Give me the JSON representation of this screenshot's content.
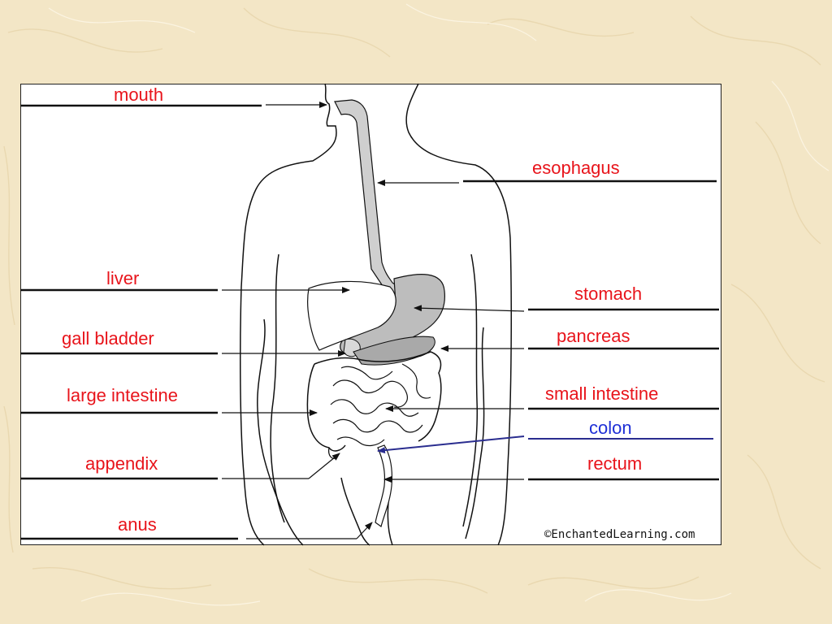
{
  "colors": {
    "background": "#f3e6c6",
    "panel": "#ffffff",
    "label": "#e8141b",
    "colon_label": "#1e2fd6",
    "colon_arrow": "#2a2d8f",
    "line": "#111111"
  },
  "labels": {
    "mouth": "mouth",
    "esophagus": "esophagus",
    "liver": "liver",
    "stomach": "stomach",
    "gall_bladder": "gall bladder",
    "pancreas": "pancreas",
    "large_intestine": "large intestine",
    "small_intestine": "small intestine",
    "colon": "colon",
    "appendix": "appendix",
    "rectum": "rectum",
    "anus": "anus"
  },
  "credit": "©EnchantedLearning.com"
}
